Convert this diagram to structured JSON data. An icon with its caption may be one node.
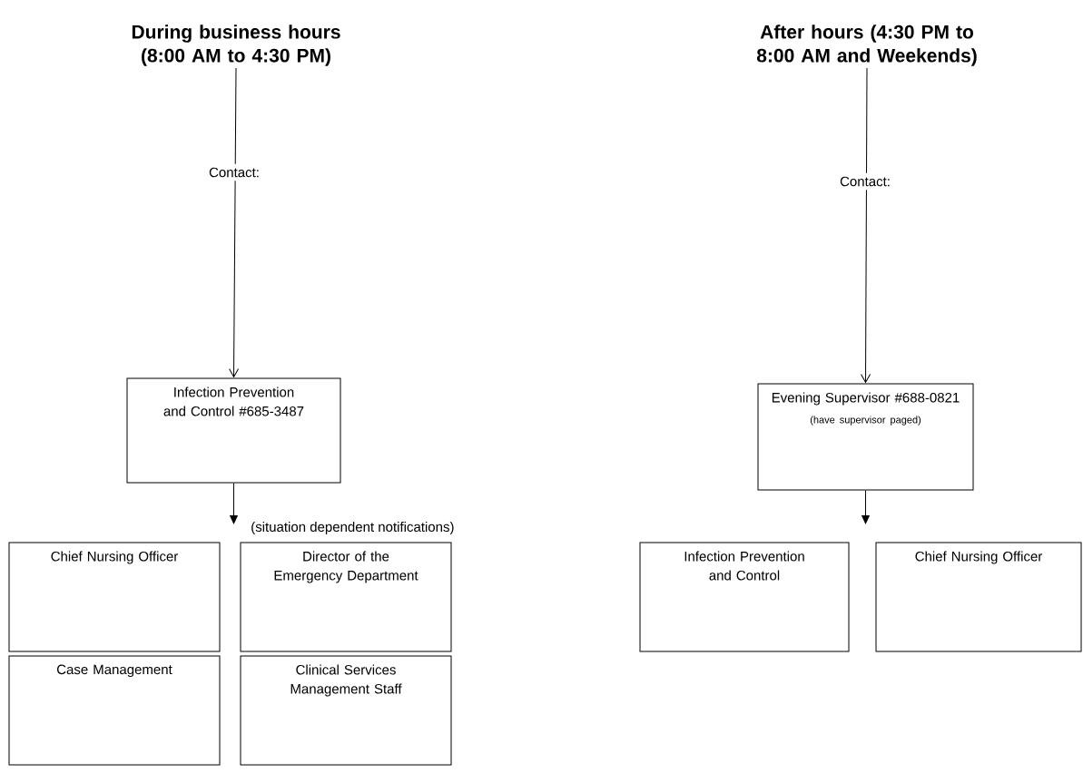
{
  "diagram": {
    "nodes": [
      {
        "text": [
          "During business hours (8:00 AM to 4:30 PM)"
        ]
      },
      {
        "text": [
          "Infection Prevention and Control #685-3487"
        ]
      },
      {
        "text": [
          "Chief Nursing Officer"
        ]
      },
      {
        "text": [
          "Director of the Emergency Department"
        ]
      },
      {
        "text": [
          "Case Management"
        ]
      },
      {
        "text": [
          "Clinical Services Management Staff"
        ]
      },
      {
        "text": [
          "After hours (4:30 PM to 8:00 AM and Weekends)"
        ]
      },
      {
        "text": [
          "Evening Supervisor #688-0821",
          "(have supervisor paged)"
        ]
      },
      {
        "text": [
          "Infection Prevention and Control"
        ]
      },
      {
        "text": [
          "Chief Nursing Officer"
        ]
      }
    ],
    "edges": [
      {
        "from": 0,
        "to": 1,
        "arrow": "to",
        "label": "Contact:"
      },
      {
        "from": 1,
        "to": null,
        "arrow": "to",
        "label": "(situation dependent notifications)"
      },
      {
        "from": 6,
        "to": 7,
        "arrow": "to",
        "label": "Contact:"
      },
      {
        "from": 7,
        "to": null,
        "arrow": "to"
      }
    ]
  }
}
